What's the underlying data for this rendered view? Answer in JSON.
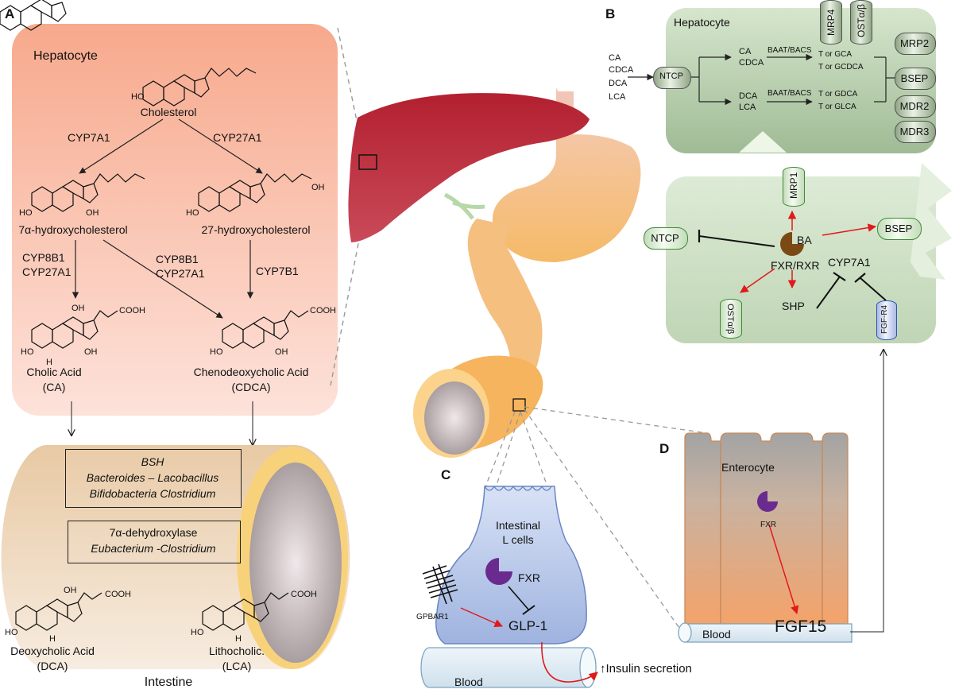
{
  "panels": {
    "a": "A",
    "b": "B",
    "c": "C",
    "d": "D"
  },
  "panel_a": {
    "region": "Hepatocyte",
    "cholesterol": "Cholesterol",
    "enzyme_left": "CYP7A1",
    "enzyme_right": "CYP27A1",
    "int_left": "7α-hydroxycholesterol",
    "int_right": "27-hydroxycholesterol",
    "enzyme_ll_1": "CYP8B1",
    "enzyme_ll_2": "CYP27A1",
    "enzyme_cross_1": "CYP8B1",
    "enzyme_cross_2": "CYP27A1",
    "enzyme_rr": "CYP7B1",
    "ca_name": "Cholic Acid",
    "ca_abbr": "(CA)",
    "cdca_name": "Chenodeoxycholic Acid",
    "cdca_abbr": "(CDCA)",
    "box1_line1": "BSH",
    "box1_line2": "Bacteroides – Lacobacillus",
    "box1_line3": "Bifidobacteria    Clostridium",
    "box2_line1": "7α-dehydroxylase",
    "box2_line2": "Eubacterium -Clostridium",
    "dca_name": "Deoxycholic Acid",
    "dca_abbr": "(DCA)",
    "lca_name": "Lithocholic.",
    "lca_abbr": "(LCA)",
    "intestine": "Intestine",
    "mol_oh": "OH",
    "mol_ho": "HO",
    "mol_cooh": "COOH",
    "mol_h": "H"
  },
  "panel_b": {
    "region": "Hepatocyte",
    "inputs": [
      "CA",
      "CDCA",
      "DCA",
      "LCA"
    ],
    "ntcp": "NTCP",
    "upper_products": [
      "CA",
      "CDCA"
    ],
    "lower_products": [
      "DCA",
      "LCA"
    ],
    "enzyme_upper": "BAAT/BACS",
    "enzyme_lower": "BAAT/BACS",
    "conj_upper": [
      "T or GCA",
      "T or GCDCA"
    ],
    "conj_lower": [
      "T or GDCA",
      "T or GLCA"
    ],
    "top_transporters": [
      "MRP4",
      "OSTα/β"
    ],
    "side_transporters": [
      "MRP2",
      "BSEP",
      "MDR2",
      "MDR3"
    ],
    "reg_mrp1": "MRP1",
    "reg_ntcp": "NTCP",
    "reg_ba": "BA",
    "reg_bsep": "BSEP",
    "reg_fxr": "FXR/RXR",
    "reg_cyp": "CYP7A1",
    "reg_shp": "SHP",
    "reg_ost": "OSTα/β",
    "reg_fgfr": "FGF-R4"
  },
  "panel_c": {
    "cells": "Intestinal\nL cells",
    "fxr": "FXR",
    "receptor": "GPBAR1",
    "hormone": "GLP-1",
    "blood": "Blood",
    "outcome": "Insulin secretion"
  },
  "panel_d": {
    "cell": "Enterocyte",
    "fxr": "FXR",
    "blood": "Blood",
    "hormone": "FGF15"
  },
  "colors": {
    "hepatocyte_a_top": "#f7a98c",
    "hepatocyte_a_bottom": "#fde0d6",
    "intestine": "#f0d9bf",
    "liver": "#b5283a",
    "stomach": "#f1c3b4",
    "gut_tube": "#f6bb6c",
    "hepatocyte_b": "#c9dcc0",
    "regulation_b": "#d9e8d2",
    "lcell": "#b8c8ea",
    "enterocyte_top": "#a7a7a7",
    "enterocyte_bottom": "#f3a66b",
    "blood": "#dde9f2",
    "arrow_red": "#e0191b",
    "fxr_purple": "#6a2b8f",
    "ba_brown": "#7b4a14"
  }
}
